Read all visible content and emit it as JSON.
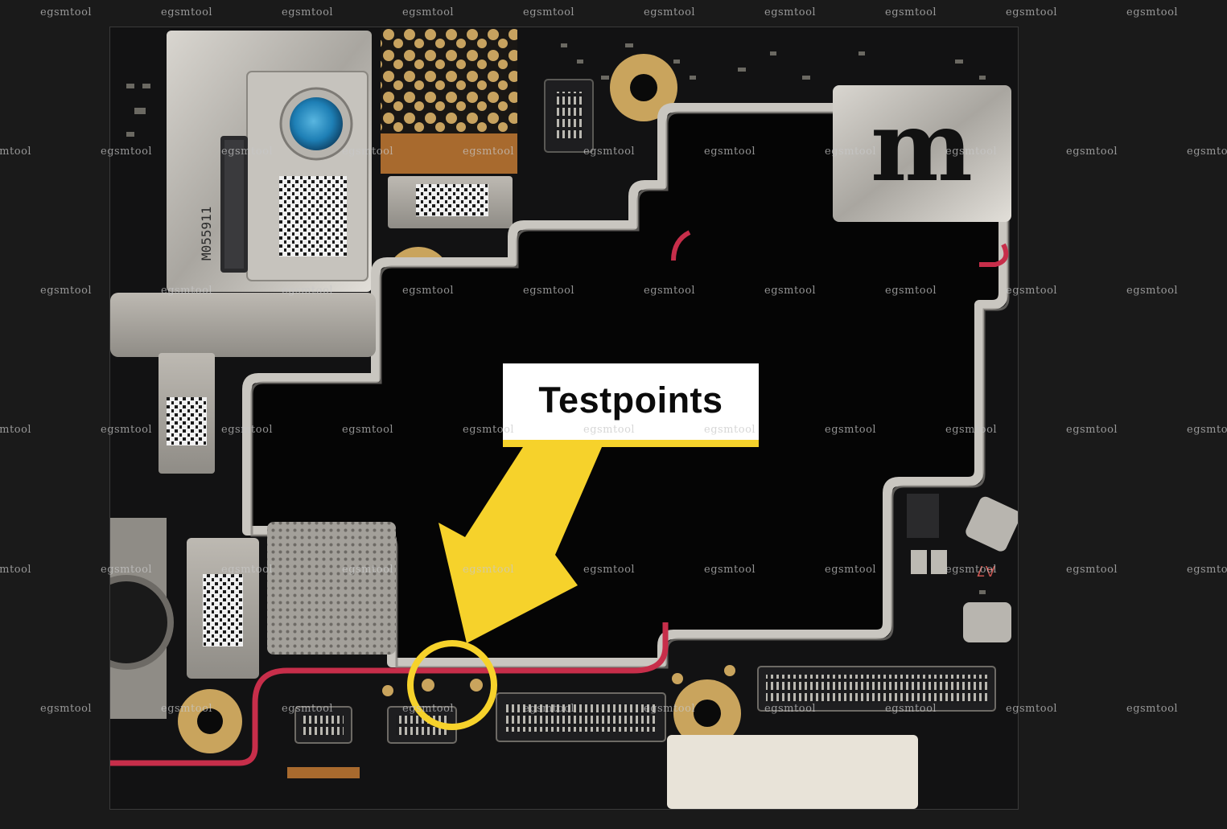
{
  "annotation": {
    "label": "Testpoints",
    "accent_color": "#f6d22b"
  },
  "board": {
    "silkscreen": "A7",
    "shield_marking": "M055911",
    "logo_mark": "m"
  },
  "watermark": {
    "text": "egsmtool"
  },
  "icons": {
    "arrow": "arrow-down-left-icon",
    "ring": "circle-highlight-icon"
  }
}
